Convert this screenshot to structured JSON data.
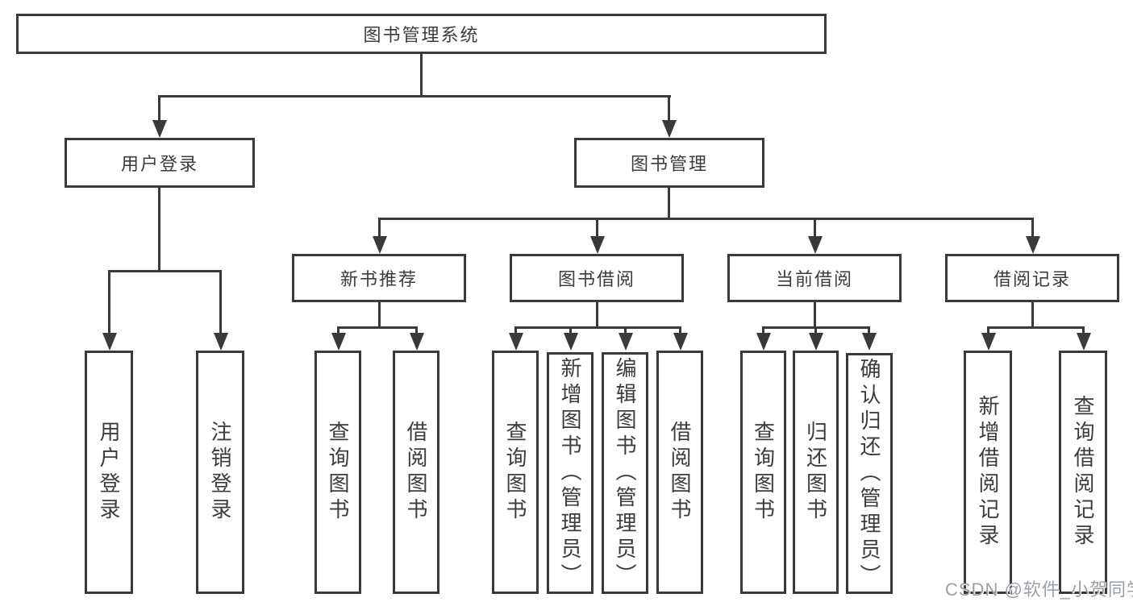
{
  "diagram": {
    "root": {
      "label": "图书管理系统",
      "children": [
        {
          "label": "用户登录",
          "children": [
            {
              "label": "用户登录"
            },
            {
              "label": "注销登录"
            }
          ]
        },
        {
          "label": "图书管理",
          "children": [
            {
              "label": "新书推荐",
              "children": [
                {
                  "label": "查询图书"
                },
                {
                  "label": "借阅图书"
                }
              ]
            },
            {
              "label": "图书借阅",
              "children": [
                {
                  "label": "查询图书"
                },
                {
                  "label": "新增图书（管理员）"
                },
                {
                  "label": "编辑图书（管理员）"
                },
                {
                  "label": "借阅图书"
                }
              ]
            },
            {
              "label": "当前借阅",
              "children": [
                {
                  "label": "查询图书"
                },
                {
                  "label": "归还图书"
                },
                {
                  "label": "确认归还（管理员）"
                }
              ]
            },
            {
              "label": "借阅记录",
              "children": [
                {
                  "label": "新增借阅记录"
                },
                {
                  "label": "查询借阅记录"
                }
              ]
            }
          ]
        }
      ]
    }
  },
  "watermark": "CSDN @软件_小贺同学",
  "colors": {
    "line": "#3a3a3a",
    "text": "#3c3c3c",
    "watermark": "#9ba0a6",
    "background": "#ffffff"
  }
}
